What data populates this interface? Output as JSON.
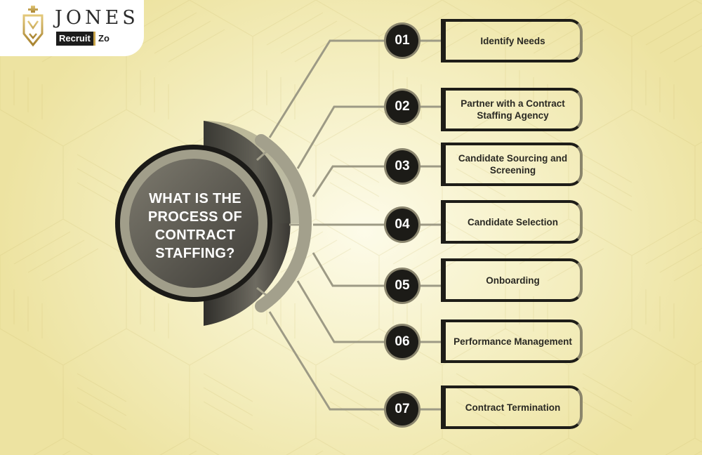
{
  "brand": {
    "name_top": "JONES",
    "name_badge": "Recruit",
    "name_suffix": "Zo"
  },
  "center": {
    "title": "WHAT IS THE PROCESS OF CONTRACT STAFFING?"
  },
  "steps": [
    {
      "number": "01",
      "label": "Identify Needs"
    },
    {
      "number": "02",
      "label": "Partner with a Contract Staffing Agency"
    },
    {
      "number": "03",
      "label": "Candidate Sourcing and Screening"
    },
    {
      "number": "04",
      "label": "Candidate Selection"
    },
    {
      "number": "05",
      "label": "Onboarding"
    },
    {
      "number": "06",
      "label": "Performance Management"
    },
    {
      "number": "07",
      "label": "Contract Termination"
    }
  ],
  "colors": {
    "background": "#f3eec0",
    "dark": "#1e1d18",
    "connector": "#9d9a85",
    "ring": "#a19e8a",
    "hub_dark": "#4a4843",
    "text": "#2a2923",
    "logo_gold": "#c9a54a"
  }
}
